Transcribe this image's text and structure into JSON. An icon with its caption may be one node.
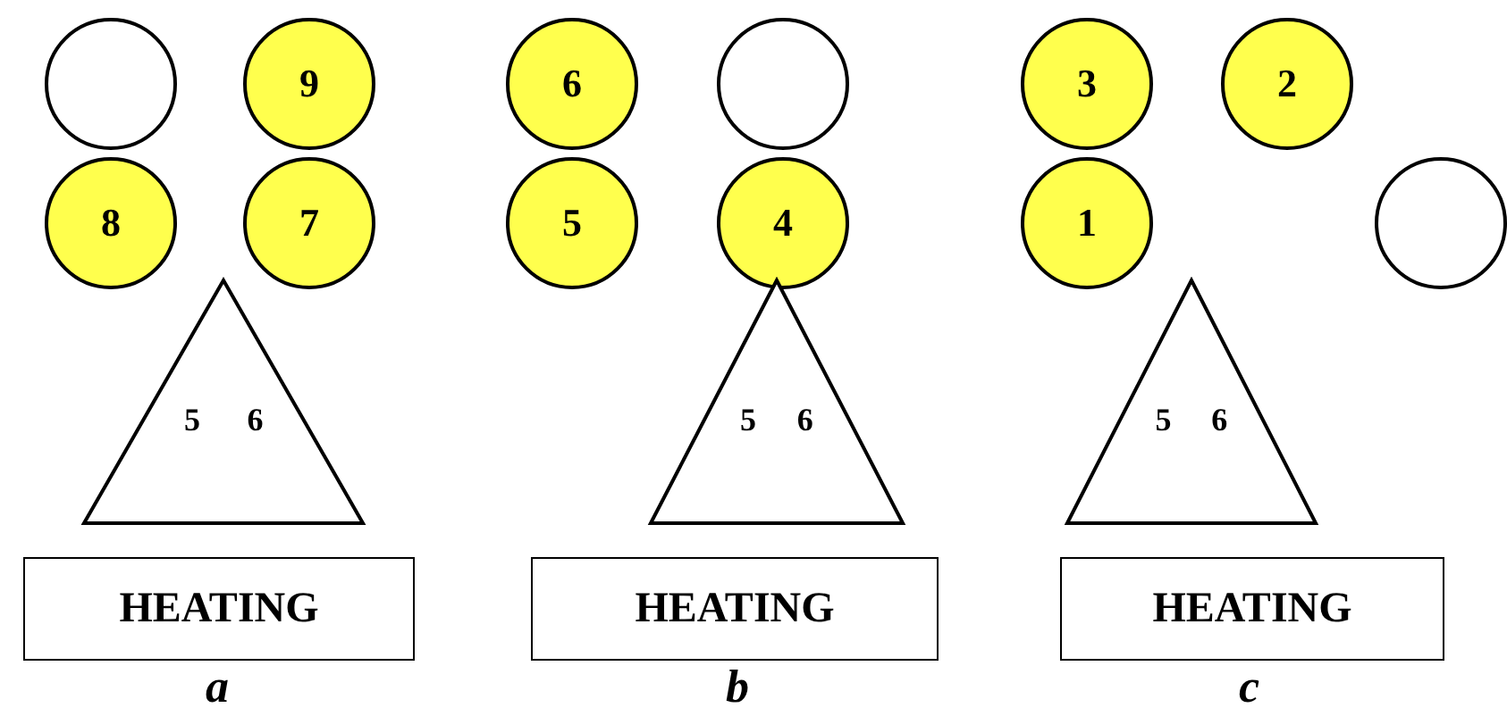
{
  "diagram": {
    "nodes": [
      {
        "text": [],
        "shape": "circle"
      },
      {
        "text": [
          "9"
        ]
      },
      {
        "text": [
          "8"
        ]
      },
      {
        "text": [
          "7"
        ]
      },
      {
        "text": [
          "5",
          "6"
        ]
      },
      {
        "text": [
          "HEATING"
        ]
      },
      {
        "text": [
          "6"
        ]
      },
      {
        "text": [],
        "shape": "circle"
      },
      {
        "text": [
          "5"
        ]
      },
      {
        "text": [
          "4"
        ]
      },
      {
        "text": [
          "5",
          "6"
        ]
      },
      {
        "text": [
          "HEATING"
        ]
      },
      {
        "text": [
          "3"
        ]
      },
      {
        "text": [
          "2"
        ]
      },
      {
        "text": [
          "1"
        ]
      },
      {
        "text": [],
        "shape": "circle"
      },
      {
        "text": [
          "5",
          "6"
        ]
      },
      {
        "text": [
          "HEATING"
        ]
      }
    ],
    "edges": [],
    "labels": [
      "a",
      "b",
      "c"
    ]
  }
}
